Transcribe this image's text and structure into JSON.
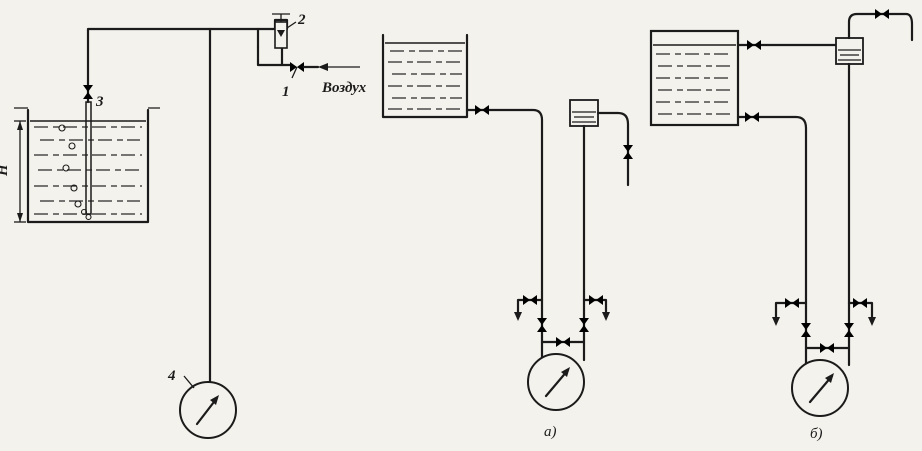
{
  "labels": {
    "n1": "1",
    "n2": "2",
    "n3": "3",
    "n4": "4",
    "air": "Воздух",
    "height": "H",
    "variant_a": "а)",
    "variant_b": "б)"
  },
  "icons": [
    "valve-icon",
    "pressure-gauge-icon",
    "flow-arrow-icon",
    "rotameter-icon"
  ],
  "colors": {
    "ink": "#1b1b1b",
    "paper": "#f4f2ec"
  }
}
